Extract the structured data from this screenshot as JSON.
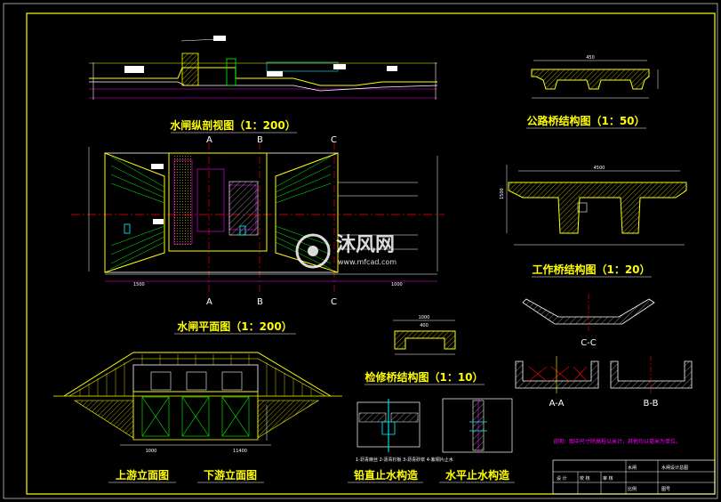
{
  "titles": {
    "longitudinal_section": "水闸纵剖视图（1：200）",
    "plan_view": "水闸平面图（1：200）",
    "road_bridge": "公路桥结构图（1：50）",
    "work_bridge": "工作桥结构图（1：20）",
    "maintenance_bridge": "检修桥结构图（1：10）",
    "upstream_elevation": "上游立面图",
    "downstream_elevation": "下游立面图",
    "vertical_waterstop": "铅直止水构造",
    "horizontal_waterstop": "水平止水构造"
  },
  "section_marks": {
    "a": "A",
    "b": "B",
    "c": "C",
    "cc": "C-C",
    "aa": "A-A",
    "bb": "B-B"
  },
  "dims": {
    "road_bridge_top": "450",
    "work_bridge_top": "4500",
    "work_bridge_height": "1500",
    "maint_top": "1000",
    "maint_inner": "400",
    "plan_left": "1500",
    "plan_right": "1000",
    "elev_bottom": "11400",
    "elev_side": "1000"
  },
  "legend": "1-沥青麻丝  2-沥青杉板  3-沥青砂浆  4-紫铜片止水",
  "note": "说明：图中尺寸除高程以米计，其他均以毫米为单位。",
  "watermark": {
    "brand": "沐风网",
    "url": "www.mfcad.com"
  },
  "title_block": {
    "project": "水闸",
    "drawing": "水闸设计总图",
    "row_labels": [
      "设 计",
      "校 核",
      "审 核"
    ],
    "scale_label": "比例",
    "sheet_label": "图号"
  },
  "colors": {
    "frame": "#ffff00",
    "outline": "#ffff00",
    "structure": "#ffffff",
    "axis": "#ff0000",
    "dimension": "#ff00ff",
    "hatch": "#00ff00",
    "secondary": "#00ffff"
  }
}
